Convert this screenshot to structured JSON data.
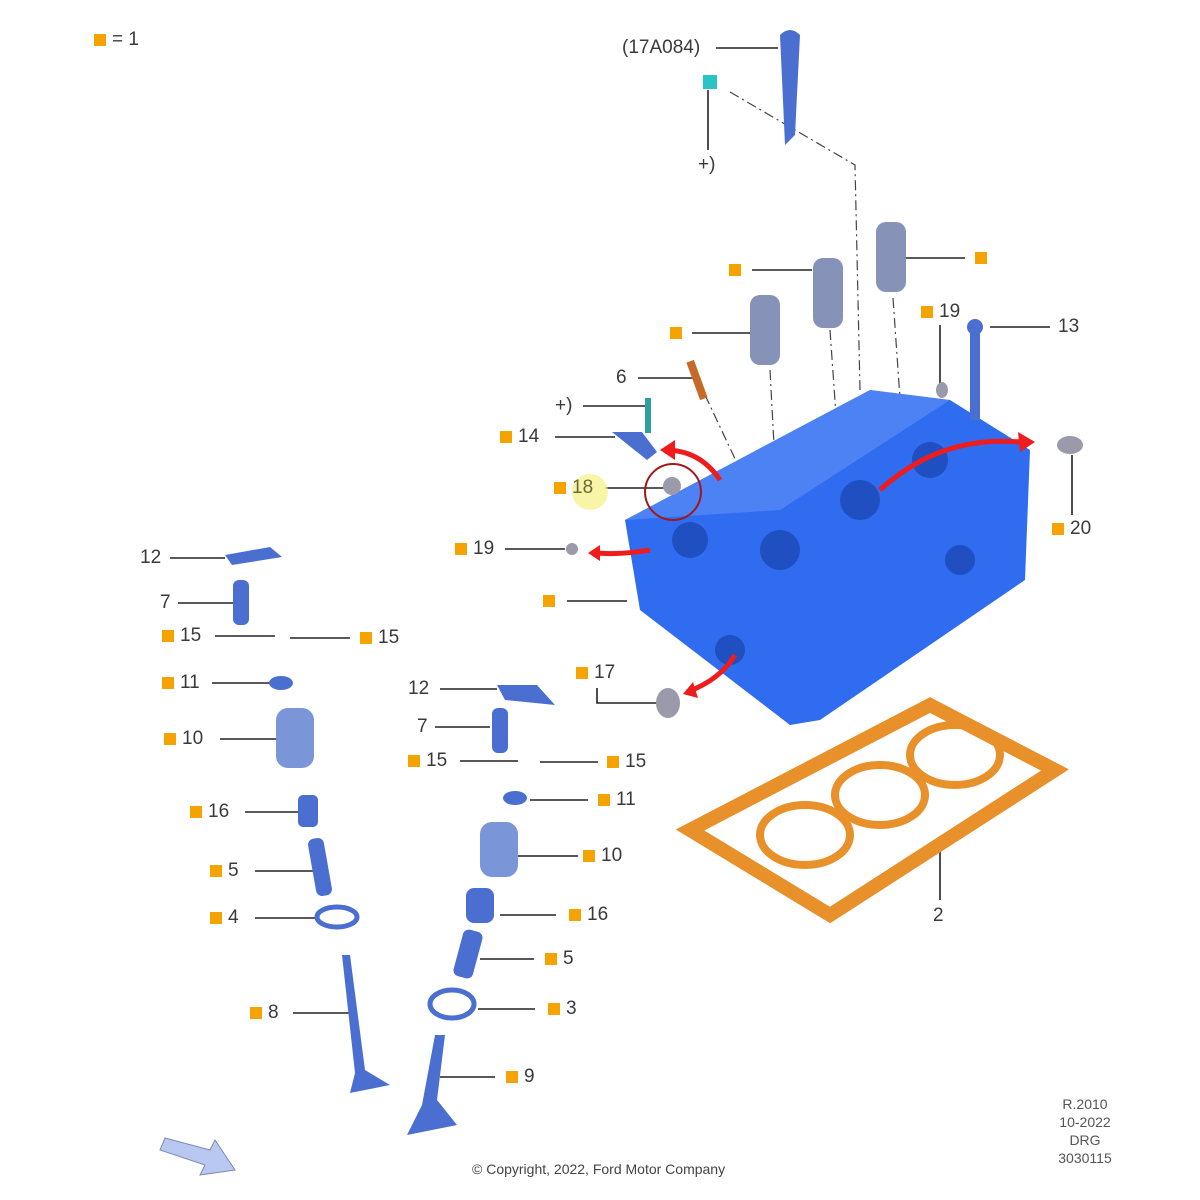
{
  "legend": {
    "text": "= 1"
  },
  "callouts": [
    {
      "text": "(17A084)",
      "marker": false
    },
    {
      "text": "+)",
      "marker": false
    },
    {
      "text": "",
      "marker": true
    },
    {
      "text": "",
      "marker": true
    },
    {
      "text": "",
      "marker": true
    },
    {
      "text": "19",
      "marker": true
    },
    {
      "text": "13",
      "marker": false
    },
    {
      "text": "6",
      "marker": false
    },
    {
      "text": "+)",
      "marker": false
    },
    {
      "text": "14",
      "marker": true
    },
    {
      "text": "18",
      "marker": true
    },
    {
      "text": "20",
      "marker": true
    },
    {
      "text": "19",
      "marker": true
    },
    {
      "text": "",
      "marker": true
    },
    {
      "text": "17",
      "marker": true
    },
    {
      "text": "2",
      "marker": false
    },
    {
      "text": "12",
      "marker": false
    },
    {
      "text": "7",
      "marker": false
    },
    {
      "text": "15",
      "marker": true
    },
    {
      "text": "15",
      "marker": true
    },
    {
      "text": "11",
      "marker": true
    },
    {
      "text": "10",
      "marker": true
    },
    {
      "text": "16",
      "marker": true
    },
    {
      "text": "5",
      "marker": true
    },
    {
      "text": "4",
      "marker": true
    },
    {
      "text": "8",
      "marker": true
    },
    {
      "text": "12",
      "marker": false
    },
    {
      "text": "7",
      "marker": false
    },
    {
      "text": "15",
      "marker": true
    },
    {
      "text": "15",
      "marker": true
    },
    {
      "text": "11",
      "marker": true
    },
    {
      "text": "10",
      "marker": true
    },
    {
      "text": "16",
      "marker": true
    },
    {
      "text": "5",
      "marker": true
    },
    {
      "text": "3",
      "marker": true
    },
    {
      "text": "9",
      "marker": true
    }
  ],
  "footer": {
    "copyright": "© Copyright, 2022, Ford Motor Company",
    "revision": "R.2010",
    "date": "10-2022",
    "type": "DRG",
    "number": "3030115"
  },
  "colors": {
    "marker": "#f5a300",
    "head": "#2f6cf0",
    "gasket": "#e8902a",
    "arrow": "#ee1c1c"
  }
}
